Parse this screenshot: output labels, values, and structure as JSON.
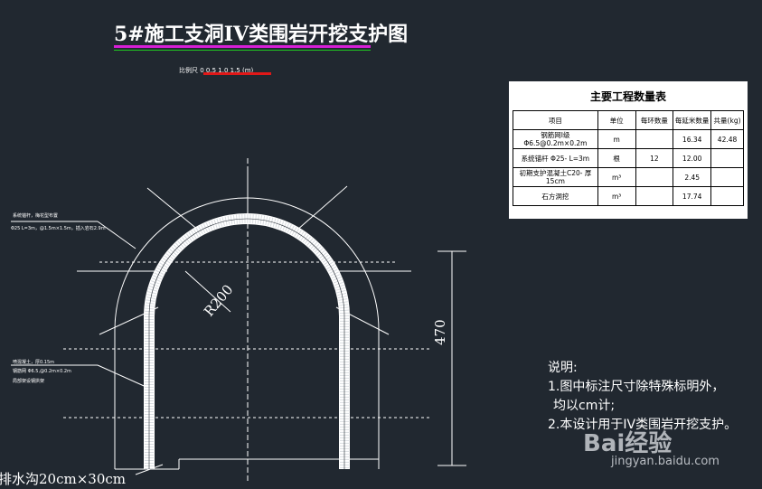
{
  "title": "5#施工支洞IV类围岩开挖支护图",
  "scale_label": "比例尺 0 0.5 1.0 1.5 (m)",
  "quantity_table": {
    "title": "主要工程数量表",
    "headers": [
      "项目",
      "单位",
      "每环数量",
      "每延米数量",
      "共量(kg)"
    ],
    "rows": [
      [
        "钢筋网Ⅰ级 Φ6.5@0.2m×0.2m",
        "m",
        "",
        "16.34",
        "42.48"
      ],
      [
        "系统锚杆 Φ25- L=3m",
        "根",
        "12",
        "12.00",
        ""
      ],
      [
        "初期支护混凝土C20- 厚15cm",
        "m³",
        "",
        "2.45",
        ""
      ],
      [
        "石方洞挖",
        "m³",
        "",
        "17.74",
        ""
      ]
    ]
  },
  "notes": {
    "heading": "说明:",
    "line1": "1.图中标注尺寸除特殊标明外，",
    "line2": "均以cm计;",
    "line3": "2.本设计用于IV类围岩开挖支护。"
  },
  "drawing": {
    "drain_label": "排水沟20cm×30cm",
    "height_dim": "470",
    "radius_label": "R200",
    "leader_bolt_1": "系统锚杆，梅花型布置",
    "leader_bolt_2": "Φ25 L=3m，@1.5m×1.5m，插入岩石2.9m",
    "leader_lining_1": "喷混凝土，厚0.15m",
    "leader_lining_2": "钢筋网 Φ6.5,@0.2m×0.2m",
    "leader_lining_3": "局部架设钢拱架"
  },
  "watermark": {
    "brand": "Bai经验",
    "url": "jingyan.baidu.com"
  },
  "colors": {
    "background": "#212830",
    "title_underline": "#d61fd6",
    "scale_bar": "#e01818",
    "linework": "#ffffff"
  }
}
